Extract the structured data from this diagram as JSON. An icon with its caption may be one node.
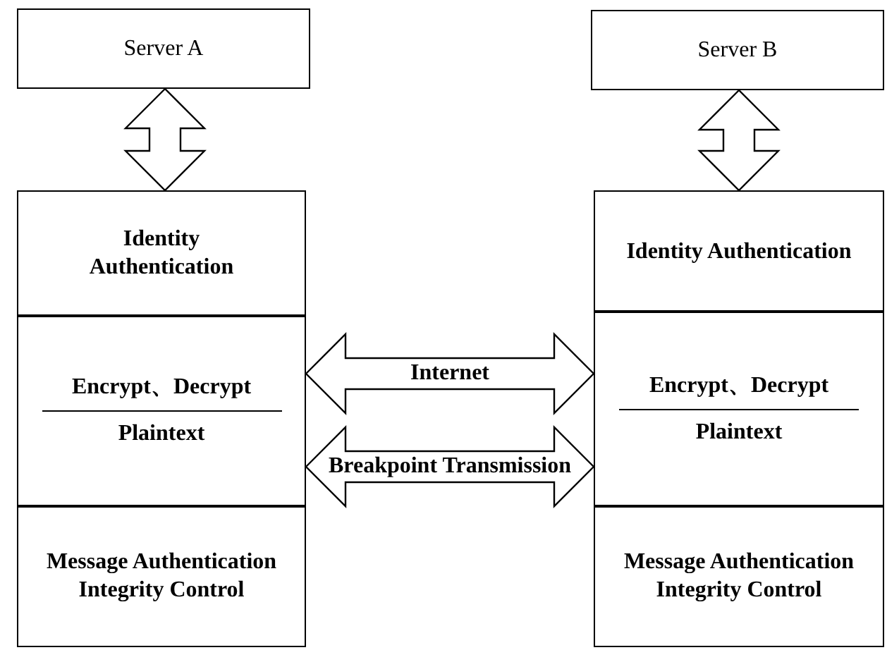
{
  "diagram": {
    "nodes": [
      {
        "text": [
          "Server A"
        ]
      },
      {
        "text": [
          "Server B"
        ]
      },
      {
        "text": [
          "Identity Authentication"
        ]
      },
      {
        "text": [
          "Encrypt、Decrypt",
          "Plaintext"
        ]
      },
      {
        "text": [
          "Message Authentication Integrity Control"
        ]
      },
      {
        "text": [
          "Identity Authentication"
        ]
      },
      {
        "text": [
          "Encrypt、Decrypt",
          "Plaintext"
        ]
      },
      {
        "text": [
          "Message Authentication Integrity Control"
        ]
      }
    ],
    "edges": [
      {
        "from": 0,
        "to": 2,
        "arrow": "both"
      },
      {
        "from": 1,
        "to": 5,
        "arrow": "both"
      },
      {
        "from": 3,
        "to": 6,
        "arrow": "both",
        "label": "Internet"
      },
      {
        "from": 3,
        "to": 6,
        "arrow": "both",
        "label": "Breakpoint Transmission"
      }
    ]
  }
}
